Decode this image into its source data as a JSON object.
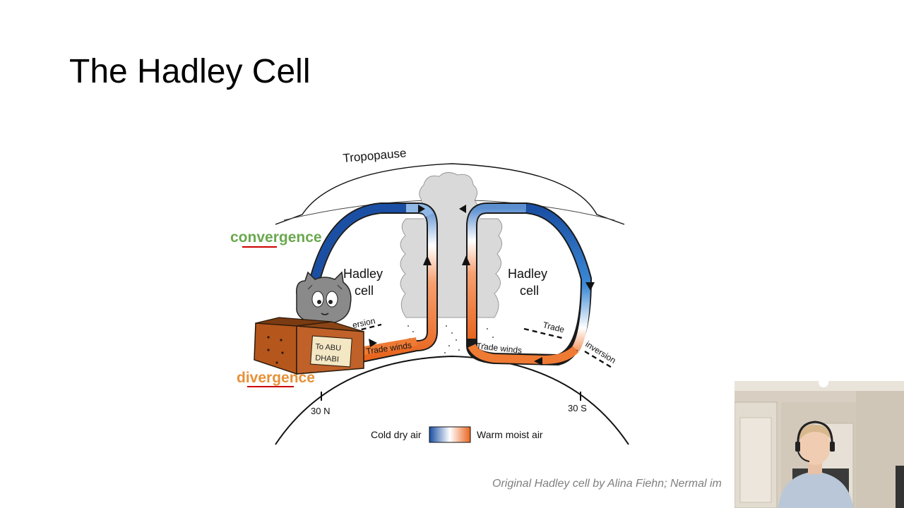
{
  "slide": {
    "title": "The Hadley Cell",
    "credit": "Original Hadley cell by Alina Fiehn; Nermal im"
  },
  "diagram": {
    "tropopause": "Tropopause",
    "cell_left_line1": "Hadley",
    "cell_left_line2": "cell",
    "cell_right_line1": "Hadley",
    "cell_right_line2": "cell",
    "trade_winds_left": "Trade winds",
    "trade_winds_right": "Trade winds",
    "inversion_left": "ersion",
    "trade_right": "Trade",
    "inversion_right": "inversion",
    "lat_north": "30 N",
    "lat_south": "30 S",
    "legend_cold": "Cold dry air",
    "legend_warm": "Warm moist air",
    "colors": {
      "cold": "#1a4fa3",
      "warm": "#e8651e",
      "mid": "#ffffff"
    }
  },
  "annotations": {
    "convergence": "convergence",
    "divergence": "divergence",
    "convergence_color": "#6aa84f",
    "divergence_color": "#e69138",
    "underline_color": "#cc0000"
  },
  "sticker": {
    "box_label_line1": "To ABU",
    "box_label_line2": "DHABI"
  }
}
